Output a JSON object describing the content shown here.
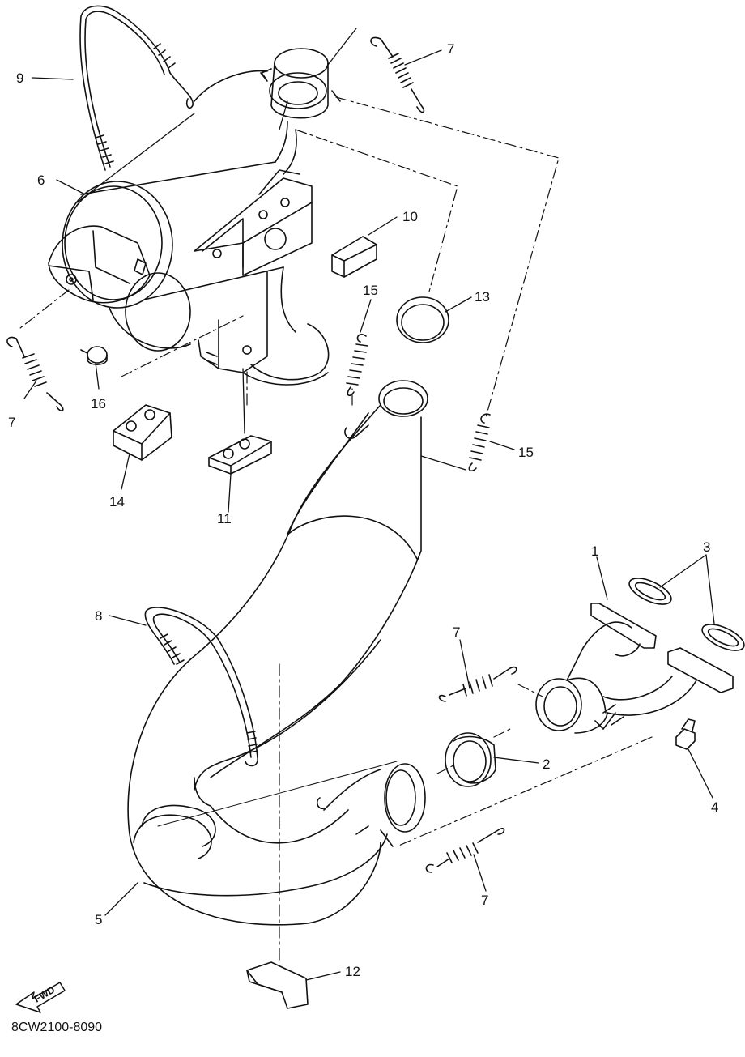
{
  "callouts": [
    "9",
    "7",
    "6",
    "10",
    "15",
    "13",
    "7",
    "16",
    "14",
    "11",
    "15",
    "1",
    "3",
    "8",
    "7",
    "2",
    "4",
    "5",
    "7",
    "12"
  ],
  "fwd_label": "FWD",
  "reference_code": "8CW2100-8090",
  "colors": {
    "line": "#111111",
    "background": "#ffffff"
  }
}
